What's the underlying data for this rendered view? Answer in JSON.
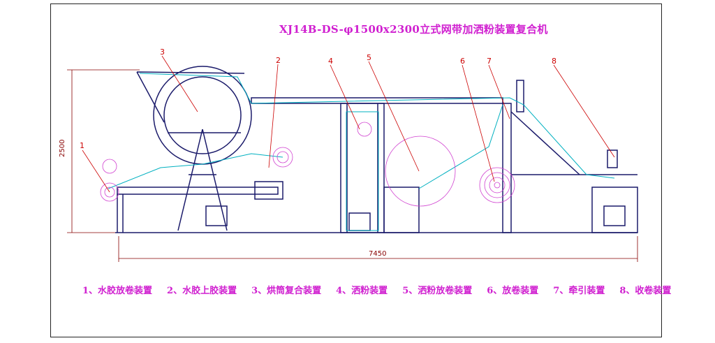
{
  "title": "XJ14B-DS-φ1500x2300立式网带加洒粉装置复合机",
  "dimensions": {
    "height": "2500",
    "length": "7450"
  },
  "callouts": [
    "1",
    "2",
    "3",
    "4",
    "5",
    "6",
    "7",
    "8"
  ],
  "legend": [
    "1、水胶放卷装置",
    "2、水胶上胶装置",
    "3、烘筒复合装置",
    "4、洒粉装置",
    "5、洒粉放卷装置",
    "6、放卷装置",
    "7、牵引装置",
    "8、收卷装置"
  ],
  "colors": {
    "title": "#d020d0",
    "structure": "#1a1a6a",
    "web": "#00b0c0",
    "callout": "#c00000",
    "rolls": "#d040d0"
  }
}
